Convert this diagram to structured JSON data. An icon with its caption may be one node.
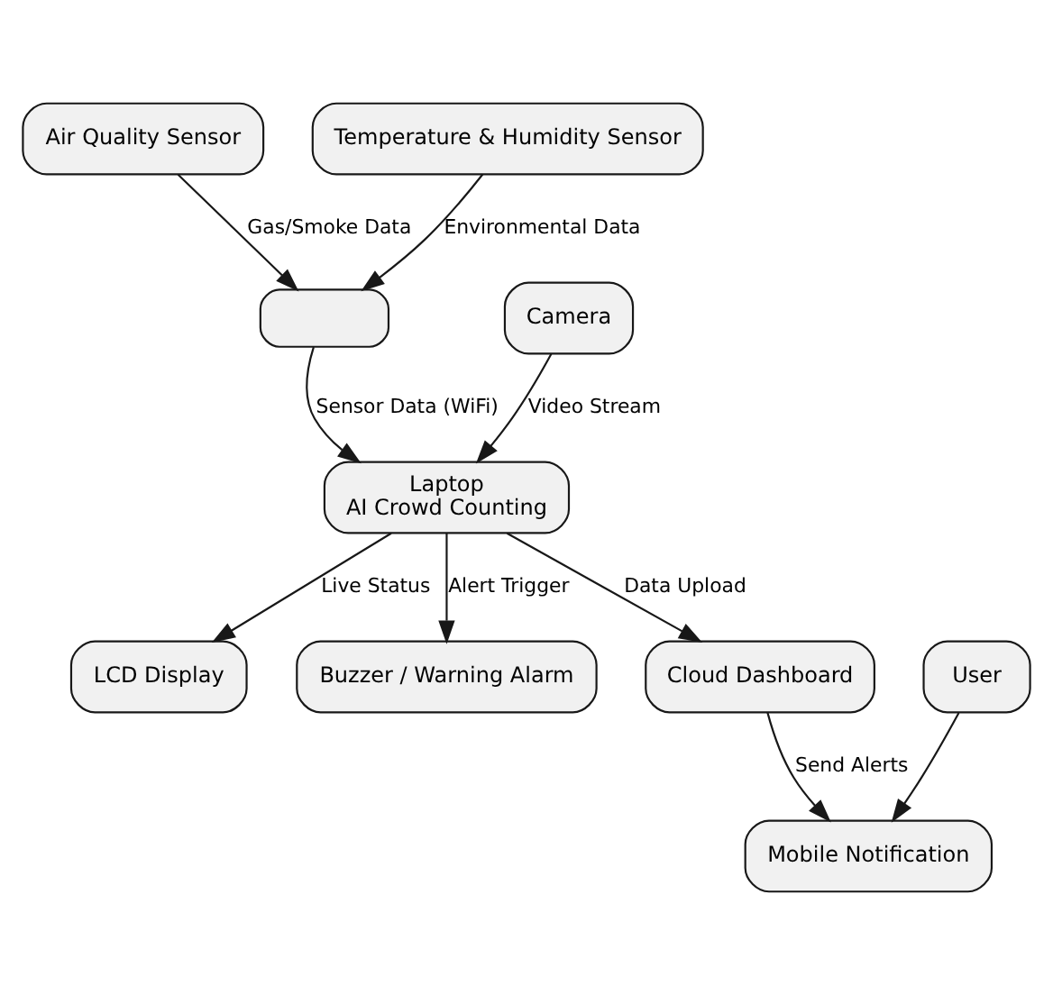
{
  "diagram": {
    "nodes": [
      {
        "text": [
          "Air Quality Sensor"
        ]
      },
      {
        "text": [
          "Temperature & Humidity Sensor"
        ]
      },
      {
        "text": [
          "Camera"
        ]
      },
      {
        "text": [],
        "shape": "box"
      },
      {
        "text": [
          "Laptop",
          "AI Crowd Counting"
        ]
      },
      {
        "text": [
          "User"
        ]
      },
      {
        "text": [
          "LCD Display"
        ]
      },
      {
        "text": [
          "Buzzer / Warning Alarm"
        ]
      },
      {
        "text": [
          "Cloud Dashboard"
        ]
      },
      {
        "text": [
          "Mobile Notification"
        ]
      }
    ],
    "edges": [
      {
        "from": 0,
        "to": 3,
        "arrow": "to",
        "label": "Gas/Smoke Data"
      },
      {
        "from": 1,
        "to": 3,
        "arrow": "to",
        "label": "Environmental Data"
      },
      {
        "from": 2,
        "to": 4,
        "arrow": "to",
        "label": "Video Stream"
      },
      {
        "from": 3,
        "to": 4,
        "arrow": "to",
        "label": "Sensor Data (WiFi)"
      },
      {
        "from": 4,
        "to": 6,
        "arrow": "to",
        "label": "Live Status"
      },
      {
        "from": 4,
        "to": 7,
        "arrow": "to",
        "label": "Alert Trigger"
      },
      {
        "from": 4,
        "to": 8,
        "arrow": "to",
        "label": "Data Upload"
      },
      {
        "from": 5,
        "to": 9,
        "arrow": "to"
      },
      {
        "from": 8,
        "to": 9,
        "arrow": "to",
        "label": "Send Alerts"
      }
    ]
  }
}
